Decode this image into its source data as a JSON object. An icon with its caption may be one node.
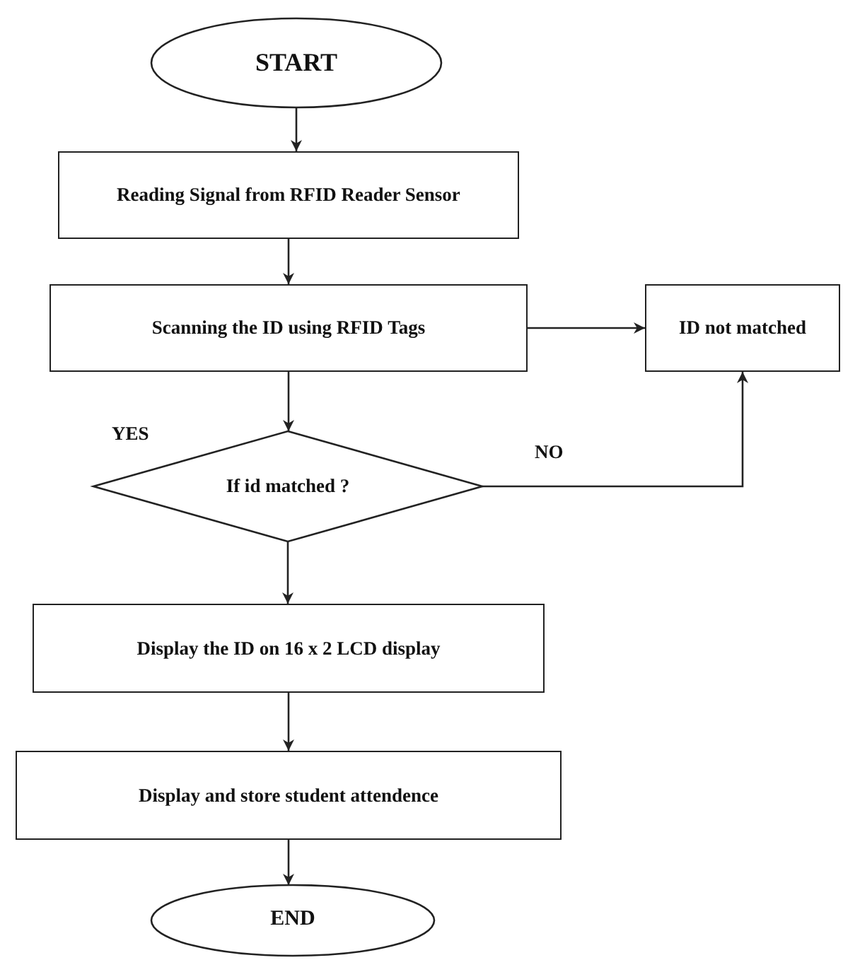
{
  "diagram": {
    "nodes": [
      {
        "text": [
          "START"
        ]
      },
      {
        "text": [
          "Reading Signal from RFID Reader Sensor"
        ]
      },
      {
        "text": [
          "Scanning the ID using RFID Tags"
        ]
      },
      {
        "text": [
          "ID not matched"
        ]
      },
      {
        "text": [
          "If  id matched ?"
        ]
      },
      {
        "text": [
          "Display the ID on 16 x 2 LCD display"
        ]
      },
      {
        "text": [
          "Display and store student attendence"
        ]
      },
      {
        "text": [
          "END"
        ]
      }
    ],
    "edges": [
      {
        "from": 0,
        "to": 1,
        "arrow": "to"
      },
      {
        "from": 1,
        "to": 2,
        "arrow": "to"
      },
      {
        "from": 2,
        "to": 3,
        "arrow": "to"
      },
      {
        "from": 2,
        "to": 4,
        "arrow": "to"
      },
      {
        "from": 4,
        "to": 3,
        "arrow": "to",
        "label": "NO"
      },
      {
        "from": 4,
        "to": 5,
        "arrow": "to"
      },
      {
        "from": 5,
        "to": 6,
        "arrow": "to"
      },
      {
        "from": 6,
        "to": 7,
        "arrow": "to"
      }
    ],
    "labels": [
      "YES"
    ]
  }
}
